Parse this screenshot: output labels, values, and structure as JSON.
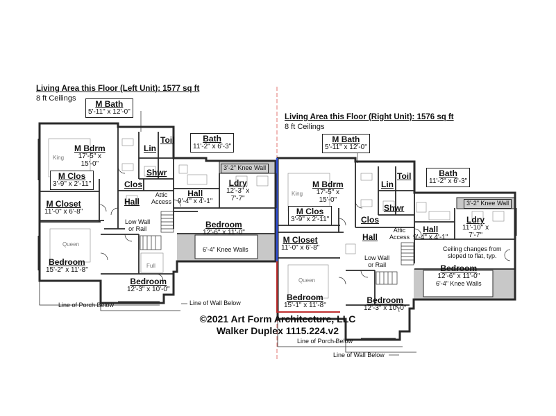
{
  "left_unit": {
    "living_area": "Living Area this Floor (Left Unit): 1577 sq ft",
    "ceilings": "8 ft Ceilings",
    "rooms": {
      "m_bath": {
        "name": "M Bath",
        "dim": "5'-11\" x 12'-0\""
      },
      "m_bdrm": {
        "name": "M Bdrm",
        "dim1": "17'-5\" x",
        "dim2": "15'-0\""
      },
      "m_clos": {
        "name": "M Clos",
        "dim": "3'-9\" x 2'-11\""
      },
      "m_closet": {
        "name": "M Closet",
        "dim": "11'-0\" x 6'-8\""
      },
      "lin": {
        "name": "Lin"
      },
      "toil": {
        "name": "Toil"
      },
      "shwr": {
        "name": "Shwr"
      },
      "clos": {
        "name": "Clos"
      },
      "bath": {
        "name": "Bath",
        "dim": "11'-2\" x 6'-3\""
      },
      "ldry": {
        "name": "Ldry",
        "dim1": "12'-3\" x",
        "dim2": "7'-7\""
      },
      "hall_a": {
        "name": "Hall"
      },
      "hall_b": {
        "name": "Hall",
        "dim": "9'-4\" x 4'-1\""
      },
      "bedroom_1": {
        "name": "Bedroom",
        "dim": "12'-6\" x 11'-0\""
      },
      "bedroom_2": {
        "name": "Bedroom",
        "dim": "15'-2\" x 11'-8\""
      },
      "bedroom_3": {
        "name": "Bedroom",
        "dim": "12'-3\" x 10'-0\""
      }
    },
    "notes": {
      "knee_wall": "3'-2\" Knee Wall",
      "knee_walls": "6'-4\" Knee Walls",
      "attic": "Attic\nAccess",
      "low_wall": "Low Wall\nor Rail",
      "porch": "Line of Porch Below",
      "wall_below": "Line of Wall Below"
    },
    "furniture": {
      "king": "King",
      "queen": "Queen",
      "full": "Full"
    }
  },
  "right_unit": {
    "living_area": "Living Area this Floor (Right Unit): 1576 sq ft",
    "ceilings": "8 ft Ceilings",
    "rooms": {
      "m_bath": {
        "name": "M Bath",
        "dim": "5'-11\" x 12'-0\""
      },
      "m_bdrm": {
        "name": "M Bdrm",
        "dim1": "17'-5\" x",
        "dim2": "15'-0\""
      },
      "m_clos": {
        "name": "M Clos",
        "dim": "3'-9\" x 2'-11\""
      },
      "m_closet": {
        "name": "M Closet",
        "dim": "11'-0\" x 6'-8\""
      },
      "lin": {
        "name": "Lin"
      },
      "toil": {
        "name": "Toil"
      },
      "shwr": {
        "name": "Shwr"
      },
      "clos": {
        "name": "Clos"
      },
      "bath": {
        "name": "Bath",
        "dim": "11'-2\" x 6'-3\""
      },
      "ldry": {
        "name": "Ldry",
        "dim1": "11'-10\" x",
        "dim2": "7'-7\""
      },
      "hall_a": {
        "name": "Hall"
      },
      "hall_b": {
        "name": "Hall",
        "dim": "9'-4\" x 4'-1\""
      },
      "bedroom_1": {
        "name": "Bedroom",
        "dim1": "12'-6\" x 11'-0\"",
        "dim2": "6'-4\" Knee Walls"
      },
      "bedroom_2": {
        "name": "Bedroom",
        "dim": "15'-1\" x 11'-8\""
      },
      "bedroom_3": {
        "name": "Bedroom",
        "dim": "12'-3\" x 10'-0\""
      }
    },
    "notes": {
      "knee_wall": "3'-2\" Knee Wall",
      "attic": "Attic\nAccess",
      "low_wall": "Low Wall\nor Rail",
      "ceiling_change": "Ceiling changes from\nsloped to flat, typ.",
      "porch": "Line of Porch Below",
      "wall_below": "Line of Wall Below"
    },
    "furniture": {
      "king": "King",
      "queen": "Queen"
    }
  },
  "footer": {
    "copyright": "©2021 Art Form Architecture, LLC",
    "project": "Walker Duplex 1115.224.v2"
  },
  "colors": {
    "wall": "#2a2a2a",
    "knee_wall_fill": "#c8c8c8",
    "divider": "#d9534f",
    "unit_line_blue": "#3050d8",
    "unit_line_red": "#c03030"
  }
}
